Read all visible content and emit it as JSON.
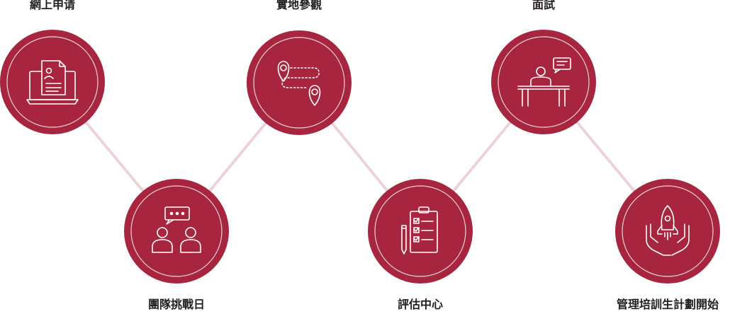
{
  "colors": {
    "circle_fill": "#a8253f",
    "inner_ring": "#f1d3d9",
    "connector": "#ecd3d9",
    "icon_stroke": "#ffffff",
    "label_text": "#231f20"
  },
  "steps": [
    {
      "label": "網上申请",
      "icon": "laptop-resume-icon",
      "row": "top"
    },
    {
      "label": "團隊挑戰日",
      "icon": "team-chat-icon",
      "row": "bottom"
    },
    {
      "label": "實地參觀",
      "icon": "map-route-icon",
      "row": "top"
    },
    {
      "label": "評估中心",
      "icon": "clipboard-checklist-icon",
      "row": "bottom"
    },
    {
      "label": "面試",
      "icon": "interview-desk-icon",
      "row": "top"
    },
    {
      "label": "管理培訓生計劃開始",
      "icon": "rocket-launch-icon",
      "row": "bottom"
    }
  ]
}
